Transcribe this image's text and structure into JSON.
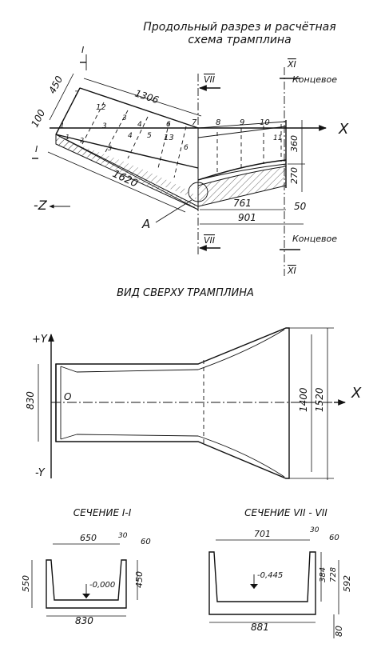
{
  "title": {
    "line1": "Продольный разрез и расчётная",
    "line2": "схема трамплина"
  },
  "top_view_title": "ВИД СВЕРХУ ТРАМПЛИНА",
  "section_I_title": "СЕЧЕНИЕ I-I",
  "section_VII_title": "СЕЧЕНИЕ VII - VII",
  "section_marks": {
    "I": "I",
    "VII": "VII",
    "XI": "XI",
    "end_label": "Концевое"
  },
  "axes": {
    "x": "X",
    "neg_z": "-Z",
    "pos_y": "+Y",
    "neg_y": "-Y",
    "origin": "O",
    "point_A": "A"
  },
  "profile": {
    "upper_points": [
      "1",
      "2",
      "3",
      "4",
      "5",
      "6",
      "7",
      "8",
      "9",
      "10",
      "11"
    ],
    "lower_points": [
      "1",
      "2",
      "3",
      "4",
      "5",
      "6"
    ],
    "inner_points": [
      "7",
      "12",
      "13"
    ],
    "dims": {
      "d1306": "1306",
      "d450": "450",
      "d100": "100",
      "d1620": "1620",
      "d360": "360",
      "d270": "270",
      "d761": "761",
      "d901": "901",
      "d50": "50"
    }
  },
  "top_view": {
    "dims": {
      "d830": "830",
      "d1400": "1400",
      "d1520": "1520"
    }
  },
  "section_I": {
    "dims": {
      "d650": "650",
      "d30": "30",
      "d60": "60",
      "d550": "550",
      "d450": "450",
      "d830": "830"
    },
    "level": "-0,000"
  },
  "section_VII": {
    "dims": {
      "d701": "701",
      "d30": "30",
      "d60": "60",
      "d384": "384",
      "d728": "728",
      "d592": "592",
      "d881": "881",
      "d80": "80"
    },
    "level": "-0,445"
  }
}
